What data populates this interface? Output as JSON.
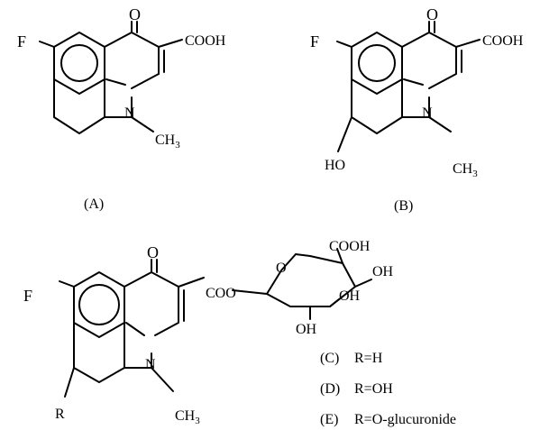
{
  "structures": {
    "a": {
      "caption": "(A)",
      "atoms": {
        "fluorine": "F",
        "keto_oxygen": "O",
        "acid": "COOH",
        "nitrogen": "N",
        "methyl": "CH",
        "methyl_sub": "3"
      }
    },
    "b": {
      "caption": "(B)",
      "atoms": {
        "fluorine": "F",
        "keto_oxygen": "O",
        "acid": "COOH",
        "nitrogen": "N",
        "methyl": "CH",
        "methyl_sub": "3",
        "hydroxyl": "HO"
      }
    },
    "c": {
      "atoms": {
        "fluorine": "F",
        "keto_oxygen": "O",
        "ester": "COO",
        "nitrogen": "N",
        "methyl": "CH",
        "methyl_sub": "3",
        "r_group": "R"
      },
      "sugar": {
        "ring_oxygen": "O",
        "acid": "COOH",
        "oh_1": "OH",
        "oh_2": "OH",
        "oh_3": "OH"
      }
    }
  },
  "legend": [
    {
      "label": "(C)",
      "value": "R=H"
    },
    {
      "label": "(D)",
      "value": "R=OH"
    },
    {
      "label": "(E)",
      "value": "R=O-glucuronide"
    }
  ]
}
